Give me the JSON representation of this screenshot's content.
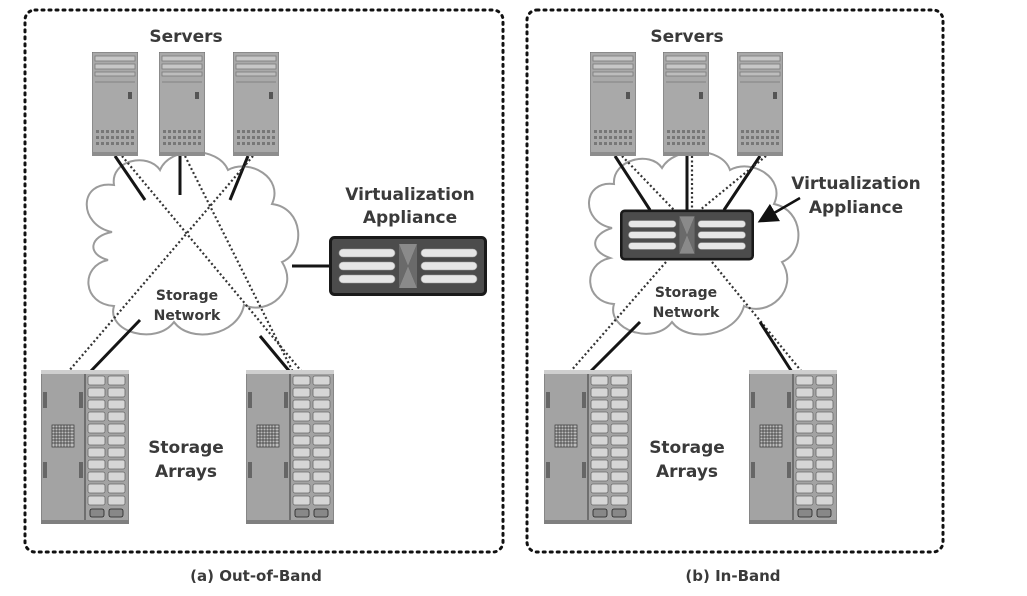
{
  "panel_a": {
    "servers_label": "Servers",
    "appliance_label_line1": "Virtualization",
    "appliance_label_line2": "Appliance",
    "network_label_line1": "Storage",
    "network_label_line2": "Network",
    "arrays_label_line1": "Storage",
    "arrays_label_line2": "Arrays",
    "caption": "(a) Out-of-Band"
  },
  "panel_b": {
    "servers_label": "Servers",
    "appliance_label_line1": "Virtualization",
    "appliance_label_line2": "Appliance",
    "network_label_line1": "Storage",
    "network_label_line2": "Network",
    "arrays_label_line1": "Storage",
    "arrays_label_line2": "Arrays",
    "caption": "(b) In-Band"
  }
}
